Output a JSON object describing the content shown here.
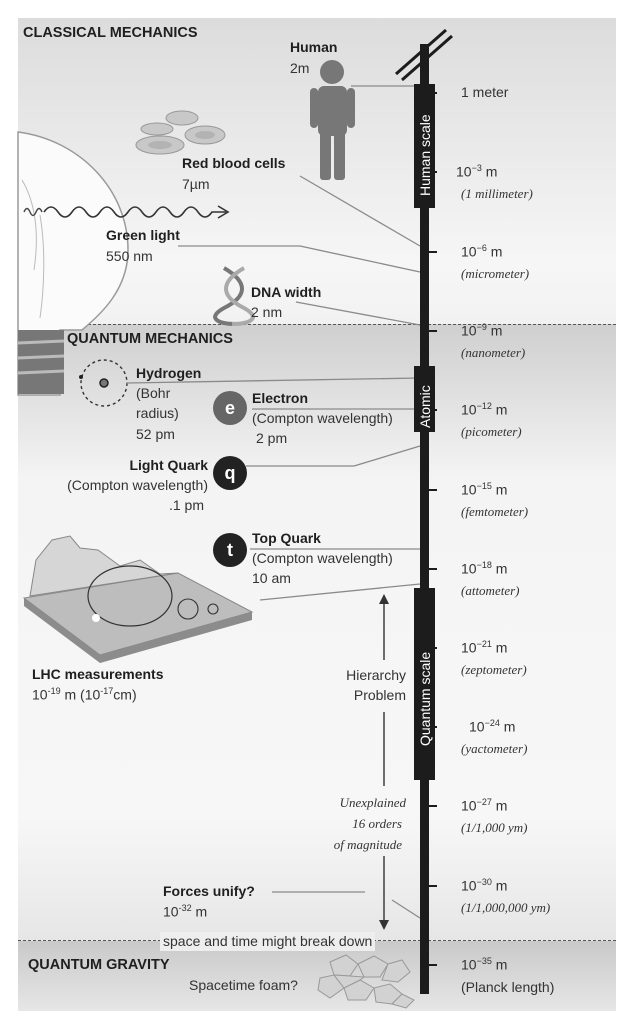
{
  "sections": {
    "classical": "CLASSICAL MECHANICS",
    "quantum": "QUANTUM MECHANICS",
    "gravity": "QUANTUM GRAVITY"
  },
  "scale_labels": {
    "human": "Human scale",
    "atomic": "Atomic",
    "quantum": "Quantum scale"
  },
  "ticks": [
    {
      "base": "1 meter",
      "exp": "",
      "unit": "",
      "sub": ""
    },
    {
      "base": "10",
      "exp": "−3",
      "unit": " m",
      "sub": "(1 millimeter)"
    },
    {
      "base": "10",
      "exp": "−6",
      "unit": " m",
      "sub": "(micrometer)"
    },
    {
      "base": "10",
      "exp": "−9",
      "unit": " m",
      "sub": "(nanometer)"
    },
    {
      "base": "10",
      "exp": "−12",
      "unit": " m",
      "sub": "(picometer)"
    },
    {
      "base": "10",
      "exp": "−15",
      "unit": " m",
      "sub": "(femtometer)"
    },
    {
      "base": "10",
      "exp": "−18",
      "unit": " m",
      "sub": "(attometer)"
    },
    {
      "base": "10",
      "exp": "−21",
      "unit": " m",
      "sub": "(zeptometer)"
    },
    {
      "base": "10",
      "exp": "−24",
      "unit": " m",
      "sub": "(yactometer)"
    },
    {
      "base": "10",
      "exp": "−27",
      "unit": " m",
      "sub": "(1/1,000 ym)"
    },
    {
      "base": "10",
      "exp": "−30",
      "unit": " m",
      "sub": "(1/1,000,000 ym)"
    },
    {
      "base": "10",
      "exp": "−35",
      "unit": " m",
      "sub": "(Planck length)"
    }
  ],
  "items": {
    "human": {
      "name": "Human",
      "size": "2m"
    },
    "rbc": {
      "name": "Red blood cells",
      "size": "7µm"
    },
    "green": {
      "name": "Green light",
      "size": "550 nm"
    },
    "dna": {
      "name": "DNA width",
      "size": "2 nm"
    },
    "hydrogen": {
      "name": "Hydrogen",
      "l1": "(Bohr",
      "l2": "radius)",
      "size": "52 pm"
    },
    "electron": {
      "badge": "e",
      "name": "Electron",
      "l1": "(Compton wavelength)",
      "size": "2 pm"
    },
    "lightquark": {
      "badge": "q",
      "name": "Light Quark",
      "l1": "(Compton wavelength)",
      "size": ".1 pm"
    },
    "topquark": {
      "badge": "t",
      "name": "Top Quark",
      "l1": "(Compton wavelength)",
      "size": "10 am"
    },
    "lhc": {
      "name": "LHC measurements",
      "base1": "10",
      "exp1": "-19",
      "mid": " m (10",
      "exp2": "-17",
      "tail": "cm)"
    },
    "hierarchy": {
      "l1": "Hierarchy",
      "l2": "Problem"
    },
    "unexplained": {
      "l1": "Unexplained",
      "l2": "16 orders",
      "l3": "of magnitude"
    },
    "forces": {
      "name": "Forces unify?",
      "base": "10",
      "exp": "-32",
      "unit": " m"
    },
    "breakdown": "space and time might break down",
    "foam": "Spacetime foam?"
  },
  "colors": {
    "bar": "#1c1c1c",
    "leader": "#8a8a8a",
    "badge_e": "#666666",
    "badge_dark": "#222222"
  }
}
